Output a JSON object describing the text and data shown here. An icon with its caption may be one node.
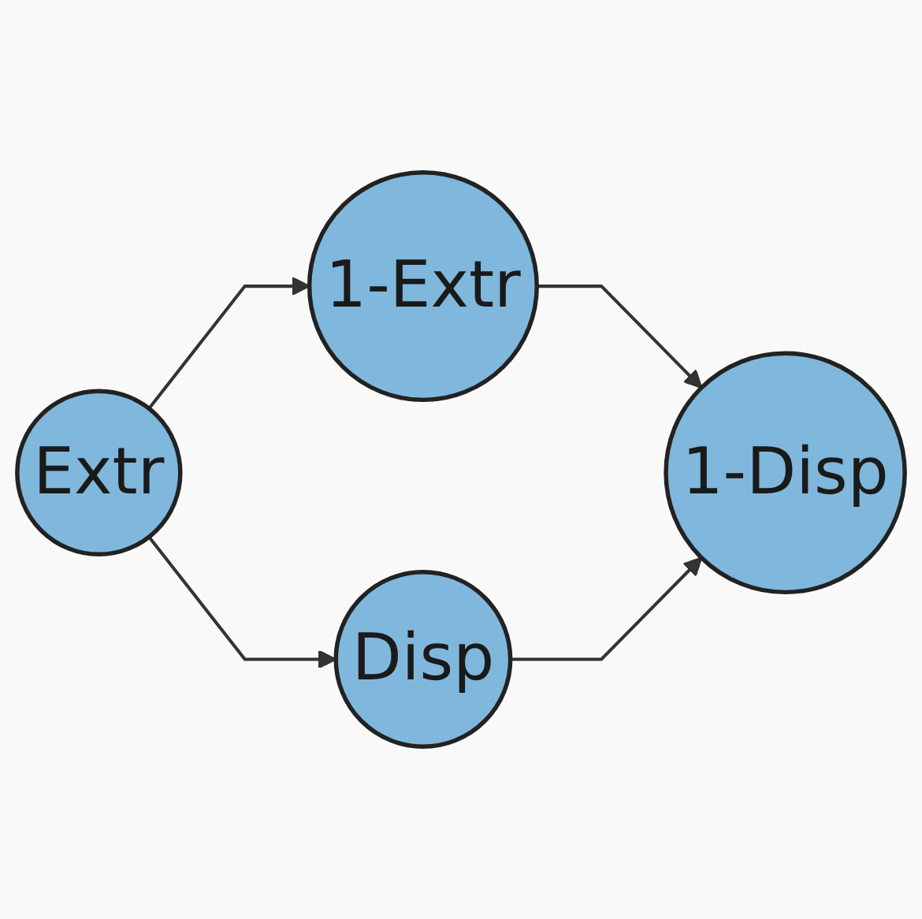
{
  "diagram": {
    "nodes": [
      {
        "text": [
          "1-Extr"
        ]
      },
      {
        "text": [
          "Extr"
        ]
      },
      {
        "text": [
          "1-Disp"
        ]
      },
      {
        "text": [
          "Disp"
        ]
      }
    ],
    "edges": [
      {
        "from": 1,
        "to": 0,
        "arrow": "to"
      },
      {
        "from": 1,
        "to": 3,
        "arrow": "to"
      },
      {
        "from": 0,
        "to": 2,
        "arrow": "to"
      },
      {
        "from": 3,
        "to": 2,
        "arrow": "to"
      }
    ]
  }
}
